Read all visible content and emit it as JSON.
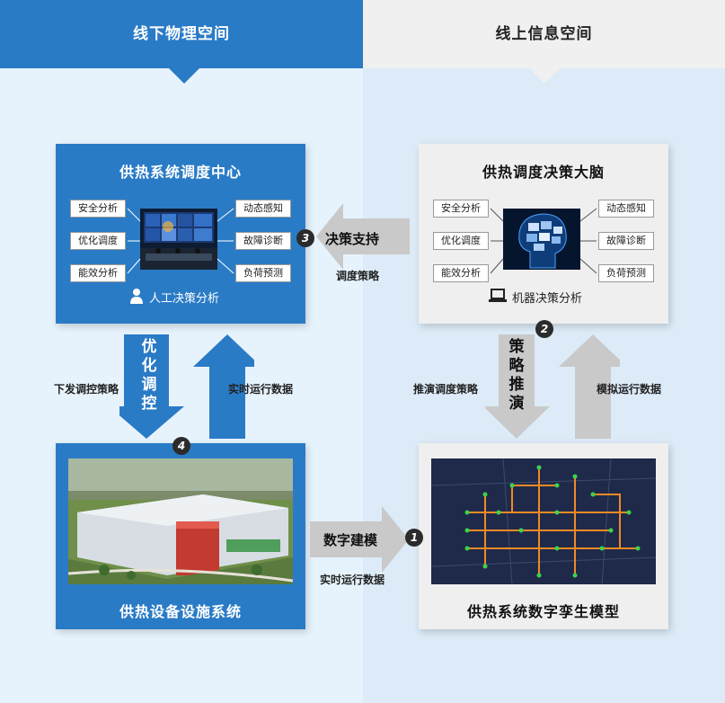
{
  "header": {
    "left": "线下物理空间",
    "right": "线上信息空间"
  },
  "box1": {
    "title": "供热系统调度中心",
    "tags_left": [
      "安全分析",
      "优化调度",
      "能效分析"
    ],
    "tags_right": [
      "动态感知",
      "故障诊断",
      "负荷预测"
    ],
    "subtitle": "人工决策分析"
  },
  "box2": {
    "title": "供热调度决策大脑",
    "tags_left": [
      "安全分析",
      "优化调度",
      "能效分析"
    ],
    "tags_right": [
      "动态感知",
      "故障诊断",
      "负荷预测"
    ],
    "subtitle": "机器决策分析"
  },
  "box3": {
    "title": "供热设备设施系统"
  },
  "box4": {
    "title": "供热系统数字孪生模型"
  },
  "arrows": {
    "a3": {
      "num": "3",
      "text": "决策支持",
      "label": "调度策略"
    },
    "a1": {
      "num": "1",
      "text": "数字建模",
      "label": "实时运行数据"
    },
    "a4": {
      "num": "4",
      "vtext": "优化调控",
      "label_left": "下发调控策略",
      "label_right": "实时运行数据"
    },
    "a2": {
      "num": "2",
      "vtext": "策略推演",
      "label_left": "推演调度策略",
      "label_right": "模拟运行数据"
    }
  },
  "colors": {
    "blue": "#2a7bc6",
    "gray": "#efefef",
    "arrow_gray": "#c9c9c9",
    "net_bg": "#1f2a4a",
    "pipe": "#f08a24",
    "node": "#3cd34a"
  }
}
